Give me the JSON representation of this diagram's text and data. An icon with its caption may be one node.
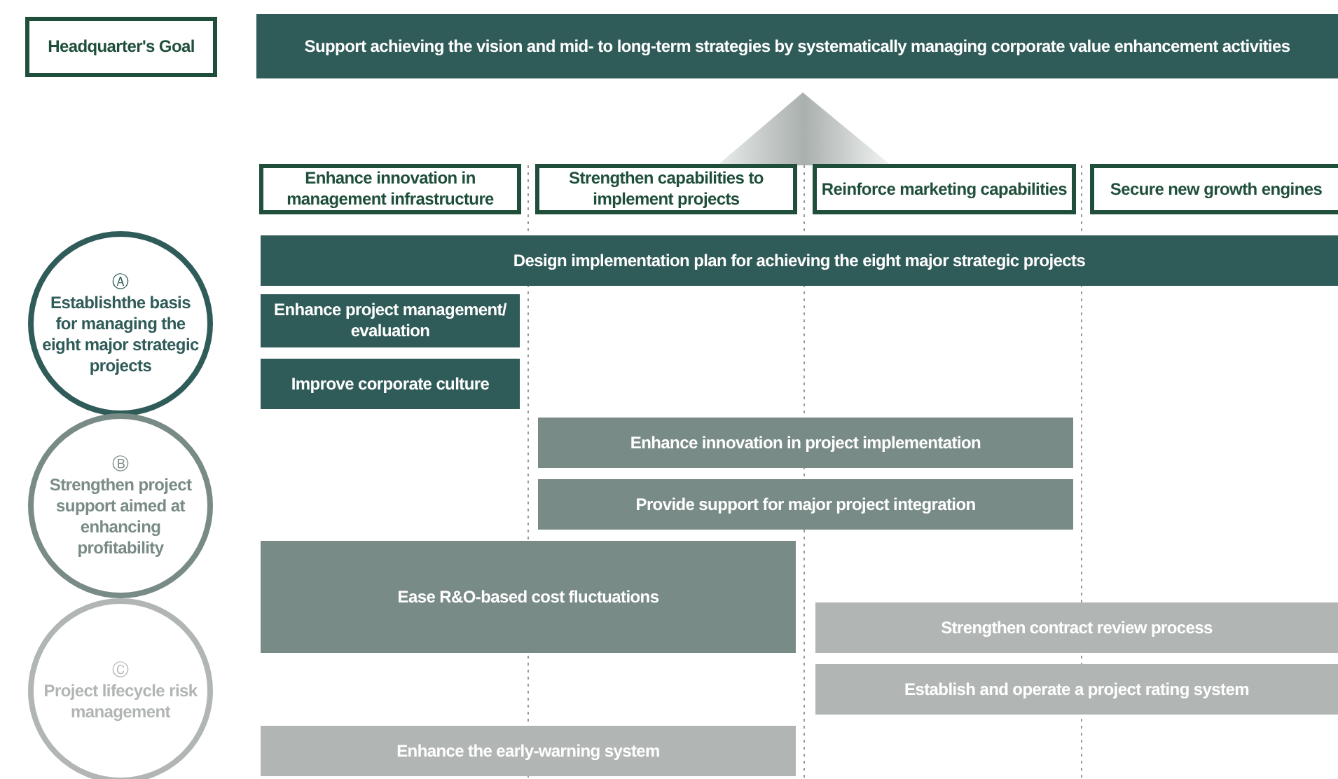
{
  "diagram": {
    "nodes": [
      {
        "text": [
          "Headquarter's Goal"
        ]
      },
      {
        "text": [
          "Support achieving the vision and mid- to long-term strategies by systematically managing corporate value enhancement activities"
        ]
      },
      {
        "text": [],
        "shape": "triangle"
      },
      {
        "text": [
          "Enhance innovation in management infrastructure"
        ]
      },
      {
        "text": [
          "Strengthen capabilities to implement projects"
        ]
      },
      {
        "text": [
          "Reinforce marketing capabilities"
        ]
      },
      {
        "text": [
          "Secure new growth engines"
        ]
      },
      {
        "text": [
          "Ⓐ",
          "Establishthe basis for managing the eight major strategic projects"
        ]
      },
      {
        "text": [
          "Ⓑ",
          "Strengthen project support aimed at enhancing profitability"
        ]
      },
      {
        "text": [
          "Ⓒ",
          "Project lifecycle risk management"
        ]
      },
      {
        "text": [
          "Design implementation plan for achieving the eight major strategic projects"
        ]
      },
      {
        "text": [
          "Enhance project management/ evaluation"
        ]
      },
      {
        "text": [
          "Improve corporate culture"
        ]
      },
      {
        "text": [
          "Enhance innovation in project implementation"
        ]
      },
      {
        "text": [
          "Provide support for major project integration"
        ]
      },
      {
        "text": [
          "Ease R&O-based cost fluctuations"
        ]
      },
      {
        "text": [
          "Strengthen contract review process"
        ]
      },
      {
        "text": [
          "Establish and operate a project rating system"
        ]
      },
      {
        "text": [
          "Enhance the early-warning system"
        ]
      }
    ]
  }
}
